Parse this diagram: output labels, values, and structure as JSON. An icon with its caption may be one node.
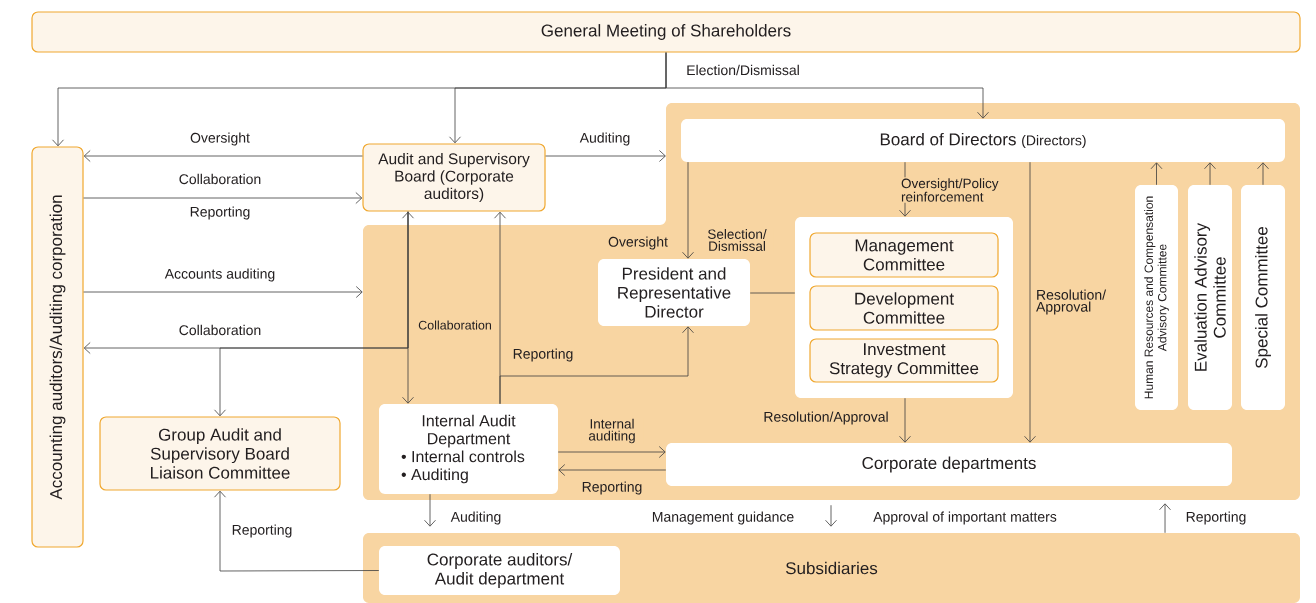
{
  "diagram": {
    "nodes": [
      {
        "text": [
          "General Meeting of Shareholders"
        ]
      },
      {
        "text": [
          "Accounting auditors/Auditing corporation"
        ]
      },
      {
        "text": [
          "Audit and Supervisory Board (Corporate auditors)"
        ]
      },
      {
        "text": [],
        "shape": "box"
      },
      {
        "text": [
          "Board of Directors",
          "(Directors)"
        ],
        "in": 3
      },
      {
        "text": [
          "President and Representative Director"
        ],
        "in": 3
      },
      {
        "text": [],
        "shape": "box",
        "in": 3
      },
      {
        "text": [
          "Management Committee"
        ],
        "in": 6
      },
      {
        "text": [
          "Development Committee"
        ],
        "in": 6
      },
      {
        "text": [
          "Investment Strategy Committee"
        ],
        "in": 6
      },
      {
        "text": [
          "Human Resources and Compensation Advisory Committee"
        ],
        "in": 3
      },
      {
        "text": [
          "Evaluation Advisory Committee"
        ],
        "in": 3
      },
      {
        "text": [
          "Special Committee"
        ],
        "in": 3
      },
      {
        "text": [
          "Internal Audit Department",
          "• Internal controls",
          "• Auditing"
        ],
        "in": 3
      },
      {
        "text": [
          "Corporate departments"
        ],
        "in": 3
      },
      {
        "text": [
          "Group Audit and Supervisory Board Liaison Committee"
        ]
      },
      {
        "text": [
          "Subsidiaries"
        ]
      },
      {
        "text": [
          "Corporate auditors/ Audit department"
        ],
        "in": 16
      }
    ],
    "edges": [
      {
        "from": 0,
        "to": 1,
        "arrow": "to"
      },
      {
        "from": 0,
        "to": 2,
        "arrow": "to"
      },
      {
        "from": 0,
        "to": 4,
        "arrow": "to",
        "label": "Election/Dismissal"
      },
      {
        "from": 2,
        "to": 1,
        "arrow": "to",
        "label": "Oversight"
      },
      {
        "from": 1,
        "to": 2,
        "arrow": "to",
        "label": "Collaboration"
      },
      {
        "from": 2,
        "to": 3,
        "arrow": "to",
        "label": "Auditing"
      },
      {
        "from": 1,
        "to": 3,
        "arrow": "to",
        "label": "Accounts auditing"
      },
      {
        "from": 2,
        "to": 13,
        "arrow": "both",
        "label": "Collaboration"
      },
      {
        "from": 2,
        "to": 1,
        "arrow": "to",
        "label": "Collaboration"
      },
      {
        "from": 2,
        "to": 15,
        "arrow": "to"
      },
      {
        "from": 13,
        "to": 2,
        "arrow": "to"
      },
      {
        "from": 13,
        "to": 5,
        "arrow": "to",
        "label": "Reporting"
      },
      {
        "from": 4,
        "to": 5,
        "arrow": "to",
        "label": "Selection/ Dismissal"
      },
      {
        "from": 4,
        "to": 6,
        "arrow": "to",
        "label": "Oversight/Policy reinforcement"
      },
      {
        "from": 5,
        "to": 6,
        "arrow": "none"
      },
      {
        "from": 6,
        "to": 14,
        "arrow": "to",
        "label": "Resolution/Approval"
      },
      {
        "from": 4,
        "to": 14,
        "arrow": "to",
        "label": "Resolution/ Approval"
      },
      {
        "from": 10,
        "to": 4,
        "arrow": "to"
      },
      {
        "from": 11,
        "to": 4,
        "arrow": "to"
      },
      {
        "from": 12,
        "to": 4,
        "arrow": "to"
      },
      {
        "from": 13,
        "to": 14,
        "arrow": "to",
        "label": "Internal auditing"
      },
      {
        "from": 14,
        "to": 13,
        "arrow": "to",
        "label": "Reporting"
      },
      {
        "from": 13,
        "to": 16,
        "arrow": "to",
        "label": "Auditing"
      },
      {
        "from": 3,
        "to": 16,
        "arrow": "to",
        "label": "Management guidance"
      },
      {
        "from": 16,
        "to": 3,
        "arrow": "to",
        "label": "Reporting"
      },
      {
        "from": 17,
        "to": 15,
        "arrow": "to",
        "label": "Reporting"
      }
    ],
    "labels": [
      "Reporting",
      "Oversight",
      "Approval of important matters"
    ]
  }
}
